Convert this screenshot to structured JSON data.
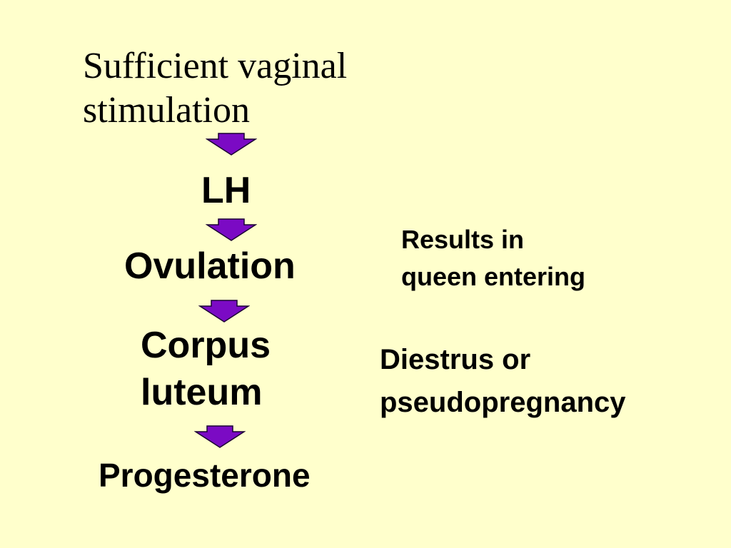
{
  "title": {
    "line1": "Sufficient vaginal",
    "line2": "stimulation"
  },
  "flow": {
    "steps": [
      "LH",
      "Ovulation",
      "Corpus",
      "luteum",
      "Progesterone"
    ]
  },
  "notes": {
    "results_line1": "Results in",
    "results_line2": "queen entering",
    "outcome_line1": "Diestrus or",
    "outcome_line2": "pseudopregnancy"
  },
  "colors": {
    "background": "#FFFFCC",
    "arrow_fill": "#7B0AC4",
    "arrow_stroke": "#1A0033",
    "text": "#000000"
  },
  "icons": {
    "flow_arrow": "down-arrow-icon"
  }
}
